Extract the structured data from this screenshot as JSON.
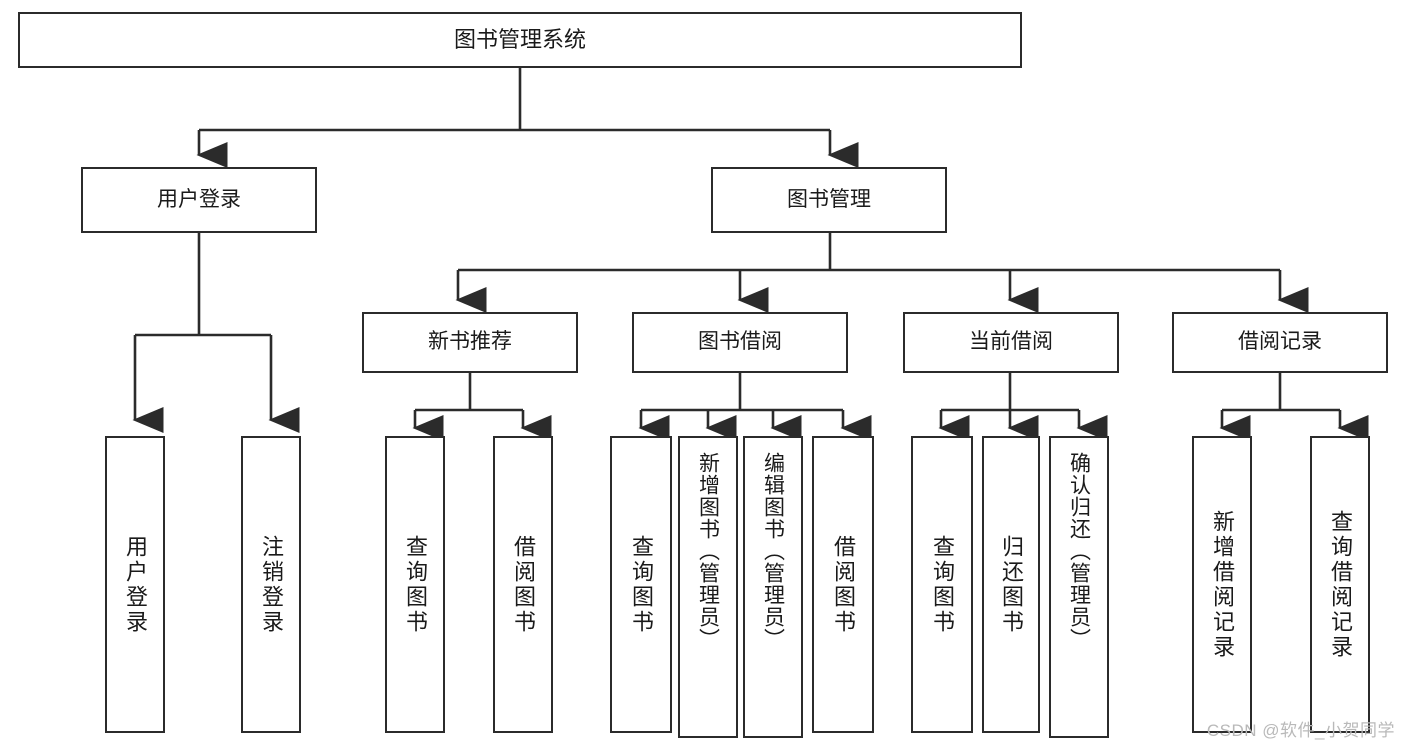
{
  "diagram": {
    "title": "图书管理系统",
    "type": "tree-hierarchy-diagram",
    "watermark": "CSDN @软件_小贺同学",
    "colors": {
      "stroke": "#2b2b2b",
      "fill": "#ffffff",
      "text": "#1a1a1a",
      "watermark": "#b9b9b9"
    },
    "levels": {
      "root": {
        "label": "图书管理系统"
      },
      "level2": [
        {
          "label": "用户登录"
        },
        {
          "label": "图书管理"
        }
      ],
      "level3": [
        {
          "label": "新书推荐"
        },
        {
          "label": "图书借阅"
        },
        {
          "label": "当前借阅"
        },
        {
          "label": "借阅记录"
        }
      ],
      "leaves": {
        "user_login": [
          {
            "label": "用户登录"
          },
          {
            "label": "注销登录"
          }
        ],
        "new_book_recommend": [
          {
            "label": "查询图书"
          },
          {
            "label": "借阅图书"
          }
        ],
        "book_borrow": [
          {
            "label": "查询图书"
          },
          {
            "label": "新增图书（管理员）"
          },
          {
            "label": "编辑图书（管理员）"
          },
          {
            "label": "借阅图书"
          }
        ],
        "current_borrow": [
          {
            "label": "查询图书"
          },
          {
            "label": "归还图书"
          },
          {
            "label": "确认归还（管理员）"
          }
        ],
        "borrow_records": [
          {
            "label": "新增借阅记录"
          },
          {
            "label": "查询借阅记录"
          }
        ]
      }
    }
  }
}
